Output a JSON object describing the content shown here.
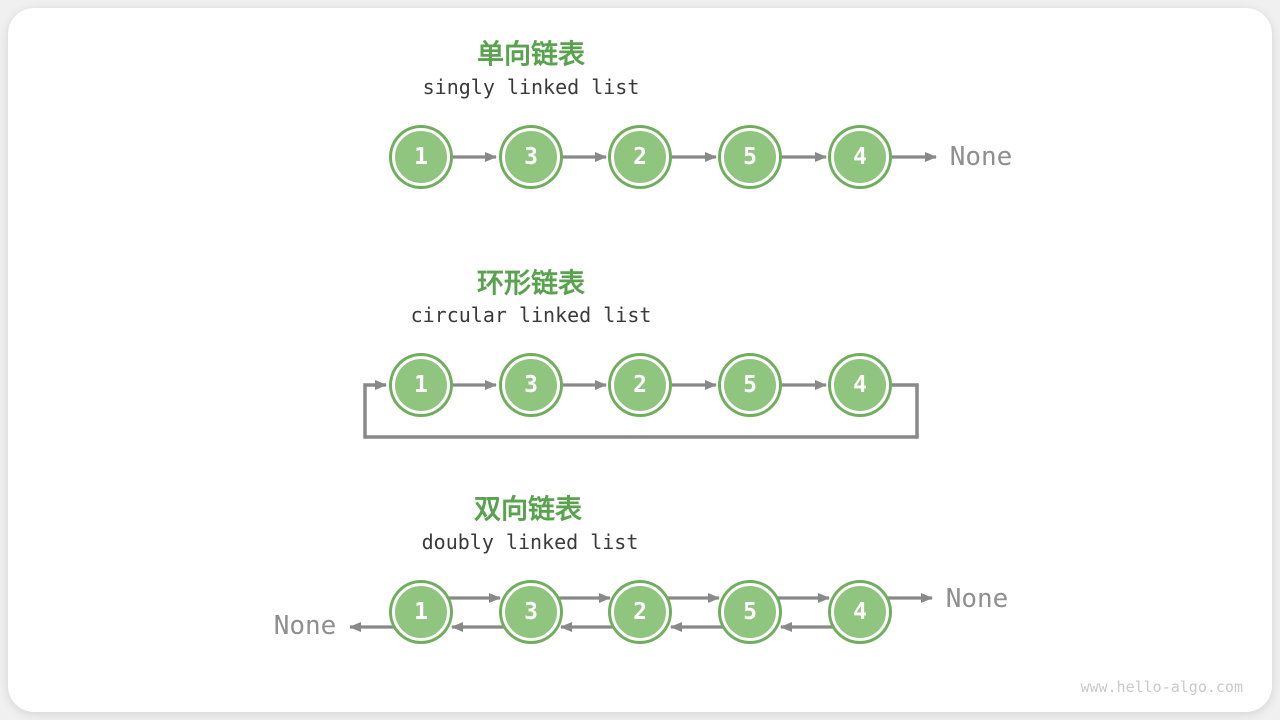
{
  "sections": {
    "singly": {
      "title": "单向链表",
      "subtitle": "singly linked list",
      "nodes": [
        "1",
        "3",
        "2",
        "5",
        "4"
      ],
      "tail_label": "None"
    },
    "circular": {
      "title": "环形链表",
      "subtitle": "circular linked list",
      "nodes": [
        "1",
        "3",
        "2",
        "5",
        "4"
      ]
    },
    "doubly": {
      "title": "双向链表",
      "subtitle": "doubly linked list",
      "nodes": [
        "1",
        "3",
        "2",
        "5",
        "4"
      ],
      "head_label": "None",
      "tail_label": "None"
    }
  },
  "colors": {
    "node_fill": "#8fc57e",
    "node_ring": "#6fae5c",
    "title_green": "#59a24e",
    "arrow_gray": "#898989",
    "none_gray": "#8f8f8f"
  },
  "watermark": "www.hello-algo.com"
}
